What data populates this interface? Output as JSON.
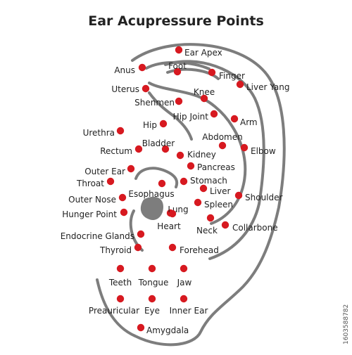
{
  "title": "Ear Acupressure Points",
  "colors": {
    "outline": "#7d7d7d",
    "point": "#d71920",
    "text": "#222222",
    "ear_canal": "#7d7d7d"
  },
  "watermark_id": "1603588782",
  "points": [
    {
      "label": "Ear Apex"
    },
    {
      "label": "Anus"
    },
    {
      "label": "Foot"
    },
    {
      "label": "Finger"
    },
    {
      "label": "Uterus"
    },
    {
      "label": "Knee"
    },
    {
      "label": "Liver Yang"
    },
    {
      "label": "Shenmen"
    },
    {
      "label": "Hip Joint"
    },
    {
      "label": "Arm"
    },
    {
      "label": "Hip"
    },
    {
      "label": "Urethra"
    },
    {
      "label": "Abdomen"
    },
    {
      "label": "Bladder"
    },
    {
      "label": "Rectum"
    },
    {
      "label": "Elbow"
    },
    {
      "label": "Kidney"
    },
    {
      "label": "Pancreas"
    },
    {
      "label": "Outer Ear"
    },
    {
      "label": "Stomach"
    },
    {
      "label": "Throat"
    },
    {
      "label": "Liver"
    },
    {
      "label": "Esophagus"
    },
    {
      "label": "Outer Nose"
    },
    {
      "label": "Shoulder"
    },
    {
      "label": "Spleen"
    },
    {
      "label": "Lung"
    },
    {
      "label": "Hunger Point"
    },
    {
      "label": "Heart"
    },
    {
      "label": "Neck"
    },
    {
      "label": "Collarbone"
    },
    {
      "label": "Endocrine Glands"
    },
    {
      "label": "Thyroid"
    },
    {
      "label": "Forehead"
    },
    {
      "label": "Teeth"
    },
    {
      "label": "Tongue"
    },
    {
      "label": "Jaw"
    },
    {
      "label": "Preauricular"
    },
    {
      "label": "Eye"
    },
    {
      "label": "Inner Ear"
    },
    {
      "label": "Amygdala"
    }
  ]
}
